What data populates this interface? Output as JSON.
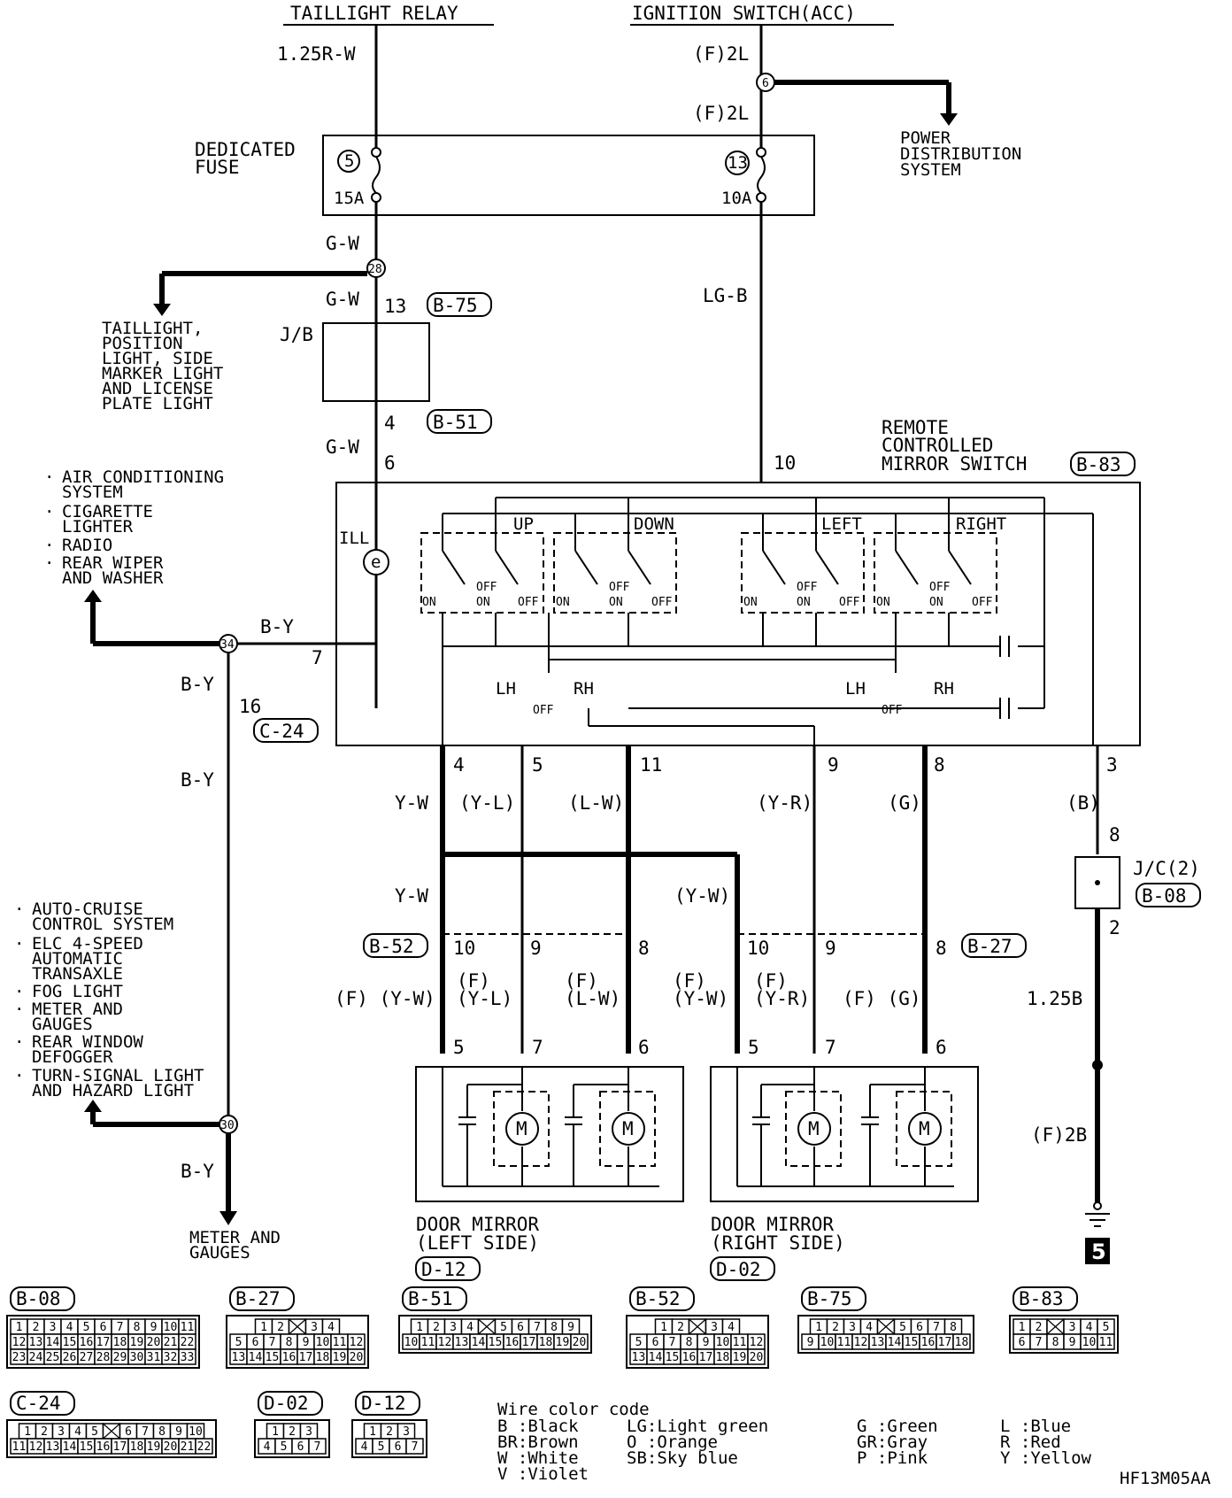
{
  "sources": {
    "taillight_relay": "TAILLIGHT RELAY",
    "ignition_switch": "IGNITION SWITCH(ACC)"
  },
  "wires": {
    "w1": "1.25R-W",
    "w2": "(F)2L",
    "w3": "(F)2L",
    "w4": "G-W",
    "w5": "G-W",
    "w6": "LG-B",
    "w7": "G-W",
    "w8": "B-Y",
    "w9": "B-Y",
    "w10": "B-Y",
    "w11": "B-Y",
    "w12": "Y-W",
    "w13": "(Y-L)",
    "w14": "(L-W)",
    "w15": "(Y-R)",
    "w16": "(G)",
    "w17": "(B)",
    "w18": "Y-W",
    "w19": "(Y-W)",
    "w20": "1.25B",
    "w21": "(F)2B",
    "w22": "(F) (Y-W)",
    "w23a": "(F)",
    "w23b": "(Y-L)",
    "w24a": "(F)",
    "w24b": "(L-W)",
    "w25a": "(F)",
    "w25b": "(Y-W)",
    "w26a": "(F)",
    "w26b": "(Y-R)",
    "w27": "(F) (G)"
  },
  "fuse_block": {
    "label_1": "DEDICATED",
    "label_2": "FUSE",
    "fuse_a": "5",
    "fuse_a_rating": "15A",
    "fuse_b": "13",
    "fuse_b_rating": "10A"
  },
  "power_distribution": [
    "POWER",
    "DISTRIBUTION",
    "SYSTEM"
  ],
  "taillight_targets": [
    "TAILLIGHT,",
    "POSITION",
    "LIGHT, SIDE",
    "MARKER LIGHT",
    "AND LICENSE",
    "PLATE LIGHT"
  ],
  "jb": "J/B",
  "connectors": {
    "b75": "B-75",
    "b51": "B-51",
    "b83": "B-83",
    "c24": "C-24",
    "b52": "B-52",
    "b27": "B-27",
    "b08": "B-08",
    "d12": "D-12",
    "d02": "D-02"
  },
  "pins": {
    "p13": "13",
    "p4a": "4",
    "p6a": "6",
    "p10a": "10",
    "p7": "7",
    "p16": "16",
    "p4": "4",
    "p5": "5",
    "p11": "11",
    "p9": "9",
    "p8": "8",
    "p3": "3",
    "l10": "10",
    "l9": "9",
    "l8": "8",
    "r10": "10",
    "r9": "9",
    "r8": "8",
    "l5": "5",
    "l7": "7",
    "l6": "6",
    "r5": "5",
    "r7": "7",
    "r6": "6",
    "jc8": "8",
    "jc2": "2"
  },
  "splices": {
    "s6": "6",
    "s28": "28",
    "s34": "34",
    "s30": "30"
  },
  "mirror_switch": {
    "title": [
      "REMOTE",
      "CONTROLLED",
      "MIRROR SWITCH"
    ],
    "ill": "ILL",
    "up": "UP",
    "down": "DOWN",
    "left": "LEFT",
    "right": "RIGHT",
    "on": "ON",
    "off": "OFF",
    "lh": "LH",
    "rh": "RH"
  },
  "ac_group": [
    "AIR CONDITIONING",
    "SYSTEM",
    "CIGARETTE",
    "LIGHTER",
    "RADIO",
    "REAR WIPER",
    "AND WASHER"
  ],
  "cruise_group": [
    "AUTO-CRUISE",
    "CONTROL SYSTEM",
    "ELC 4-SPEED",
    "AUTOMATIC",
    "TRANSAXLE",
    "FOG LIGHT",
    "METER AND",
    "GAUGES",
    "REAR WINDOW",
    "DEFOGGER",
    "TURN-SIGNAL LIGHT",
    "AND HAZARD LIGHT"
  ],
  "meter_gauges": [
    "METER AND",
    "GAUGES"
  ],
  "jc": "J/C(2)",
  "motor": "M",
  "mirror_left": [
    "DOOR MIRROR",
    "(LEFT SIDE)"
  ],
  "mirror_right": [
    "DOOR MIRROR",
    "(RIGHT SIDE)"
  ],
  "ground": "5",
  "connector_views": {
    "b08": {
      "rows": [
        [
          "1",
          "2",
          "3",
          "4",
          "5",
          "6",
          "7",
          "8",
          "9",
          "10",
          "11"
        ],
        [
          "12",
          "13",
          "14",
          "15",
          "16",
          "17",
          "18",
          "19",
          "20",
          "21",
          "22"
        ],
        [
          "23",
          "24",
          "25",
          "26",
          "27",
          "28",
          "29",
          "30",
          "31",
          "32",
          "33"
        ]
      ]
    },
    "b27": {
      "rows": [
        [
          "1",
          "2",
          "",
          "3",
          "4"
        ],
        [
          "5",
          "6",
          "7",
          "8",
          "9",
          "10",
          "11",
          "12"
        ],
        [
          "13",
          "14",
          "15",
          "16",
          "17",
          "18",
          "19",
          "20"
        ]
      ]
    },
    "b51": {
      "rows": [
        [
          "1",
          "2",
          "3",
          "4",
          "",
          "5",
          "6",
          "7",
          "8",
          "9"
        ],
        [
          "10",
          "11",
          "12",
          "13",
          "14",
          "15",
          "16",
          "17",
          "18",
          "19",
          "20"
        ]
      ]
    },
    "b52": {
      "rows": [
        [
          "1",
          "2",
          "",
          "3",
          "4"
        ],
        [
          "5",
          "6",
          "7",
          "8",
          "9",
          "10",
          "11",
          "12"
        ],
        [
          "13",
          "14",
          "15",
          "16",
          "17",
          "18",
          "19",
          "20"
        ]
      ]
    },
    "b75": {
      "rows": [
        [
          "1",
          "2",
          "3",
          "4",
          "",
          "5",
          "6",
          "7",
          "8"
        ],
        [
          "9",
          "10",
          "11",
          "12",
          "13",
          "14",
          "15",
          "16",
          "17",
          "18"
        ]
      ]
    },
    "b83": {
      "rows": [
        [
          "1",
          "2",
          "",
          "3",
          "4",
          "5"
        ],
        [
          "6",
          "7",
          "8",
          "9",
          "10",
          "11"
        ]
      ]
    },
    "c24": {
      "rows": [
        [
          "1",
          "2",
          "3",
          "4",
          "5",
          "",
          "6",
          "7",
          "8",
          "9",
          "10"
        ],
        [
          "11",
          "12",
          "13",
          "14",
          "15",
          "16",
          "17",
          "18",
          "19",
          "20",
          "21",
          "22"
        ]
      ]
    },
    "d02": {
      "rows": [
        [
          "1",
          "2",
          "3"
        ],
        [
          "4",
          "5",
          "6",
          "7"
        ]
      ]
    },
    "d12": {
      "rows": [
        [
          "1",
          "2",
          "3"
        ],
        [
          "4",
          "5",
          "6",
          "7"
        ]
      ]
    }
  },
  "color_code": {
    "title": "Wire color code",
    "entries": [
      "B :Black",
      "BR:Brown",
      "W :White",
      "V :Violet",
      "LG:Light green",
      "O :Orange",
      "SB:Sky blue",
      "G :Green",
      "GR:Gray",
      "P :Pink",
      "L :Blue",
      "R :Red",
      "Y :Yellow"
    ]
  },
  "code": "HF13M05AA"
}
